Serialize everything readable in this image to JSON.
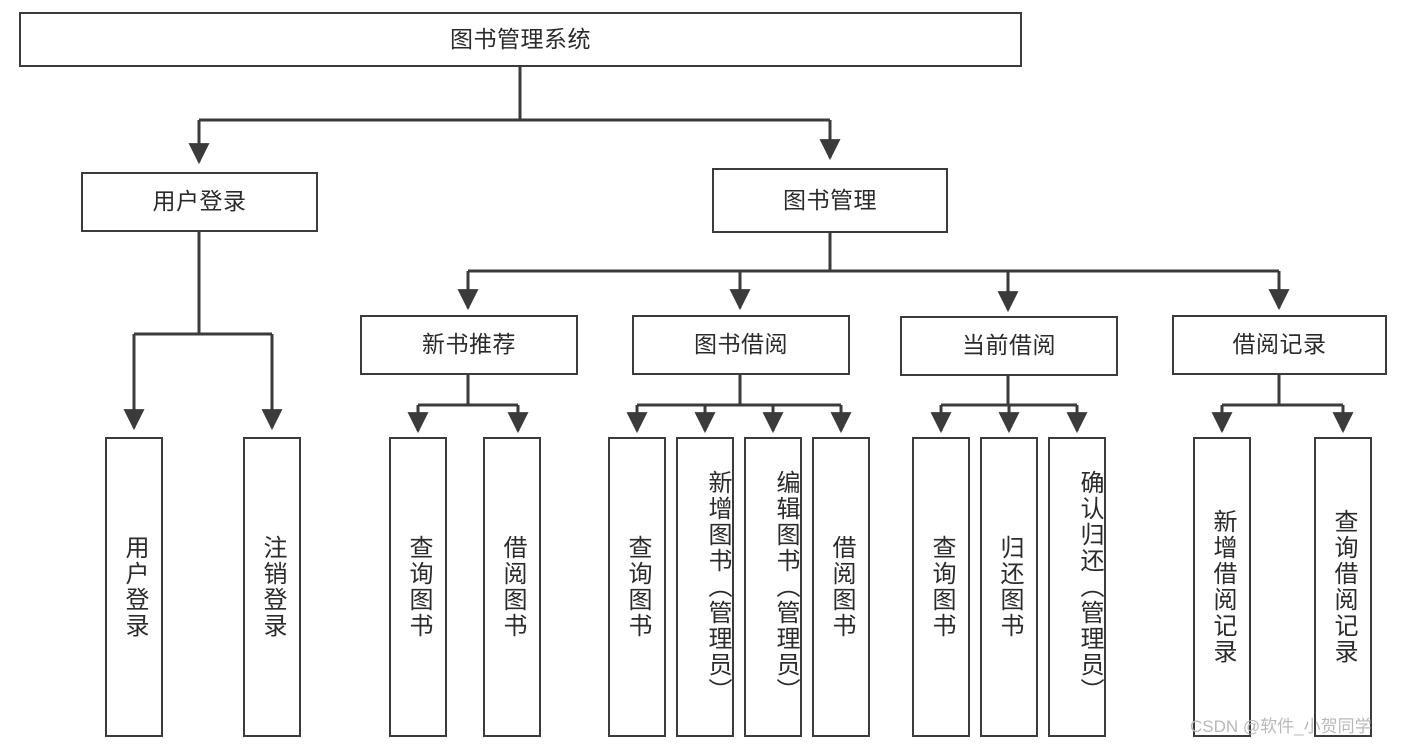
{
  "diagram": {
    "title": "图书管理系统",
    "root": {
      "id": "root",
      "label": "图书管理系统"
    },
    "level2": [
      {
        "id": "user-login",
        "label": "用户登录"
      },
      {
        "id": "book-management",
        "label": "图书管理"
      }
    ],
    "level3": [
      {
        "id": "new-book-recommend",
        "label": "新书推荐"
      },
      {
        "id": "book-borrow",
        "label": "图书借阅"
      },
      {
        "id": "current-borrow",
        "label": "当前借阅"
      },
      {
        "id": "borrow-record",
        "label": "借阅记录"
      }
    ],
    "leaves": {
      "user_login": [
        {
          "id": "leaf-user-login",
          "label": "用户登录"
        },
        {
          "id": "leaf-logout-login",
          "label": "注销登录"
        }
      ],
      "new_book_recommend": [
        {
          "id": "leaf-query-book-1",
          "label": "查询图书"
        },
        {
          "id": "leaf-borrow-book-1",
          "label": "借阅图书"
        }
      ],
      "book_borrow": [
        {
          "id": "leaf-query-book-2",
          "label": "查询图书"
        },
        {
          "id": "leaf-add-book",
          "label": "新增图书（管理员）"
        },
        {
          "id": "leaf-edit-book",
          "label": "编辑图书（管理员）"
        },
        {
          "id": "leaf-borrow-book-2",
          "label": "借阅图书"
        }
      ],
      "current_borrow": [
        {
          "id": "leaf-query-book-3",
          "label": "查询图书"
        },
        {
          "id": "leaf-return-book",
          "label": "归还图书"
        },
        {
          "id": "leaf-confirm-return",
          "label": "确认归还（管理员）"
        }
      ],
      "borrow_record": [
        {
          "id": "leaf-add-borrow-record",
          "label": "新增借阅记录"
        },
        {
          "id": "leaf-query-borrow-record",
          "label": "查询借阅记录"
        }
      ]
    }
  },
  "watermark": {
    "text": "CSDN @软件_小贺同学"
  },
  "colors": {
    "border": "#3b3b3b",
    "text": "#2b2b2b",
    "background": "#ffffff",
    "watermark": "#b9b9b9"
  }
}
